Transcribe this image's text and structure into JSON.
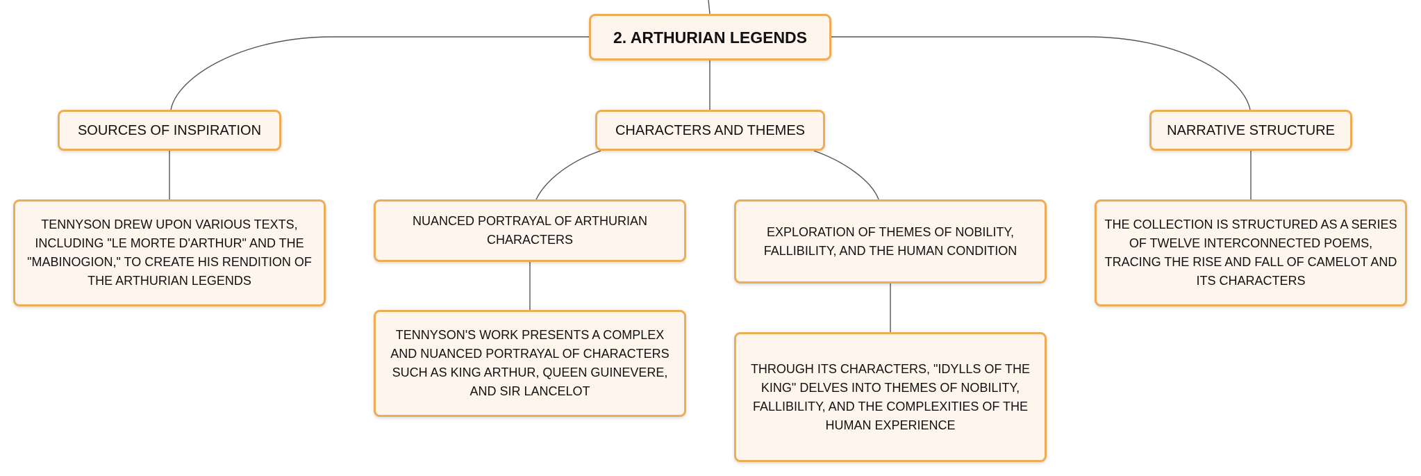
{
  "diagram": {
    "root": {
      "label": "2. ARTHURIAN LEGENDS"
    },
    "branches": [
      {
        "label": "SOURCES OF INSPIRATION",
        "detail": "TENNYSON DREW UPON VARIOUS TEXTS, INCLUDING \"LE MORTE D'ARTHUR\" AND THE \"MABINOGION,\" TO CREATE HIS RENDITION OF THE ARTHURIAN LEGENDS"
      },
      {
        "label": "CHARACTERS AND THEMES",
        "children": [
          {
            "label": "NUANCED PORTRAYAL OF ARTHURIAN CHARACTERS",
            "detail": "TENNYSON'S WORK PRESENTS A COMPLEX AND NUANCED PORTRAYAL OF CHARACTERS SUCH AS KING ARTHUR, QUEEN GUINEVERE, AND SIR LANCELOT"
          },
          {
            "label": "EXPLORATION OF THEMES OF NOBILITY, FALLIBILITY, AND THE HUMAN CONDITION",
            "detail": "THROUGH ITS CHARACTERS, \"IDYLLS OF THE KING\" DELVES INTO THEMES OF NOBILITY, FALLIBILITY, AND THE COMPLEXITIES OF THE HUMAN EXPERIENCE"
          }
        ]
      },
      {
        "label": "NARRATIVE STRUCTURE",
        "detail": "THE COLLECTION IS STRUCTURED AS A SERIES OF TWELVE INTERCONNECTED POEMS, TRACING THE RISE AND FALL OF CAMELOT AND ITS CHARACTERS"
      }
    ]
  },
  "colors": {
    "node_fill": "#fef5ec",
    "node_border": "#f0ab55",
    "connector": "#555555",
    "text": "#111111"
  }
}
